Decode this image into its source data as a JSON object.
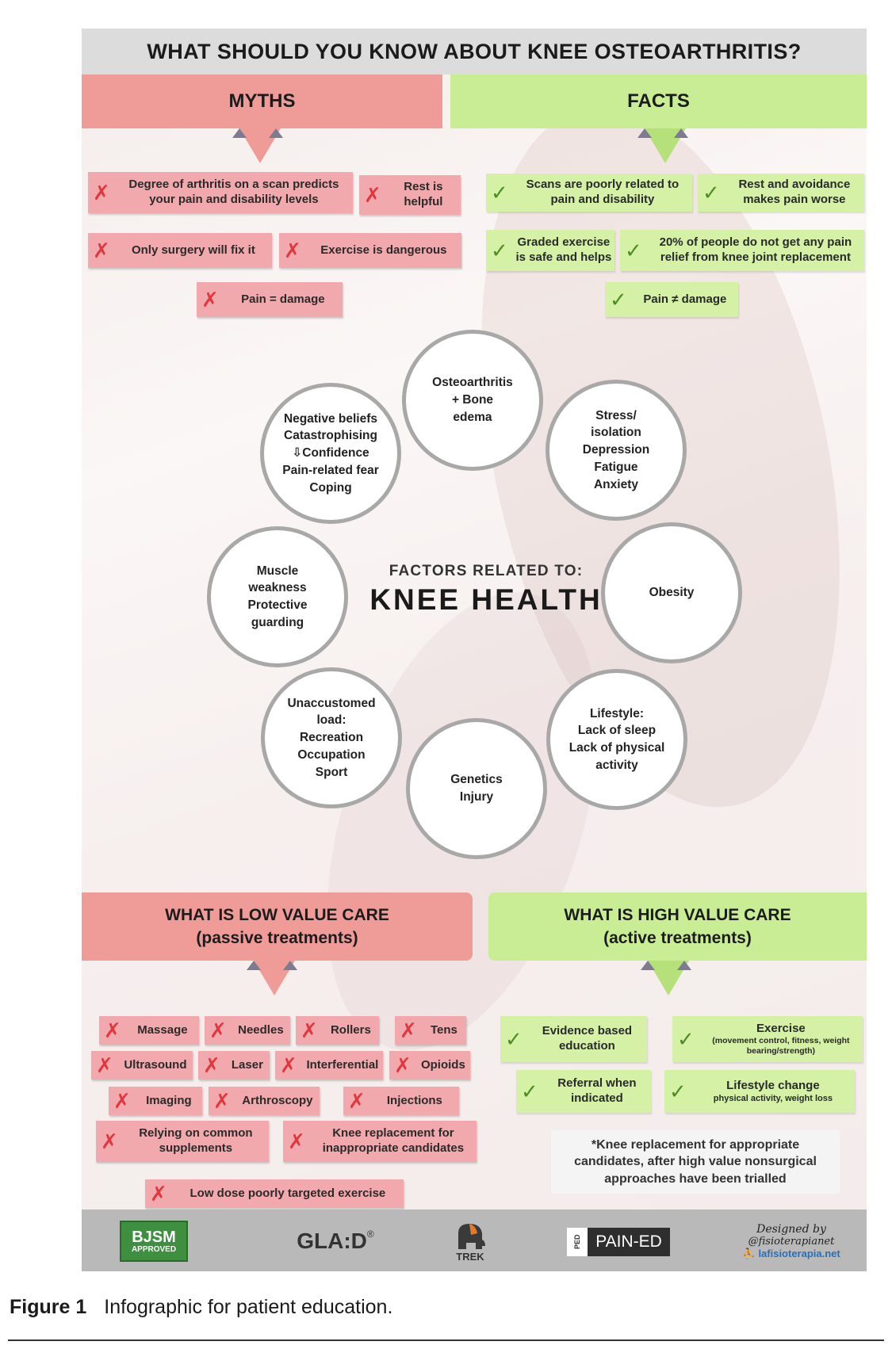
{
  "title": "WHAT SHOULD YOU KNOW ABOUT KNEE OSTEOARTHRITIS?",
  "myths": {
    "heading": "MYTHS",
    "items": [
      "Degree of arthritis on a scan predicts your pain and disability levels",
      "Rest is helpful",
      "Only surgery will fix it",
      "Exercise is dangerous",
      "Pain = damage"
    ]
  },
  "facts": {
    "heading": "FACTS",
    "items": [
      "Scans are poorly related to pain and disability",
      "Rest and avoidance makes pain worse",
      "Graded exercise is safe and helps",
      "20% of people do not get any pain relief from knee joint replacement",
      "Pain ≠ damage"
    ]
  },
  "factors": {
    "subtitle": "FACTORS RELATED TO:",
    "title": "KNEE HEALTH",
    "circles": [
      "Osteoarthritis\n+ Bone\nedema",
      "Stress/\nisolation\nDepression\nFatigue\nAnxiety",
      "Obesity",
      "Lifestyle:\nLack of sleep\nLack of physical\nactivity",
      "Genetics\nInjury",
      "Unaccustomed\nload:\nRecreation\nOccupation\nSport",
      "Muscle\nweakness\nProtective\nguarding",
      "Negative beliefs\nCatastrophising\n⇩Confidence\nPain-related fear\nCoping"
    ]
  },
  "low_value": {
    "heading_1": "WHAT IS LOW VALUE CARE",
    "heading_2": "(passive treatments)",
    "items": [
      "Massage",
      "Needles",
      "Rollers",
      "Tens",
      "Ultrasound",
      "Laser",
      "Interferential",
      "Opioids",
      "Imaging",
      "Arthroscopy",
      "Injections",
      "Relying on common supplements",
      "Knee replacement for inappropriate candidates",
      "Low dose poorly targeted exercise"
    ]
  },
  "high_value": {
    "heading_1": "WHAT IS HIGH VALUE CARE",
    "heading_2": "(active treatments)",
    "items": [
      {
        "main": "Evidence based education",
        "sub": ""
      },
      {
        "main": "Exercise",
        "sub": "(movement control, fitness, weight bearing/strength)"
      },
      {
        "main": "Referral when indicated",
        "sub": ""
      },
      {
        "main": "Lifestyle change",
        "sub": "physical activity, weight loss"
      }
    ],
    "note": "*Knee replacement for appropriate candidates, after high value nonsurgical approaches have been trialled"
  },
  "footer": {
    "bjsm_main": "BJSM",
    "bjsm_sub": "APPROVED",
    "glad": "GLA:D",
    "glad_mark": "®",
    "trek": "TREK",
    "pained_badge": "PED",
    "pained": "PAIN-ED",
    "designed_1": "Designed by",
    "designed_2": "@fisioterapianet",
    "designed_3": "lafisioterapia.net"
  },
  "caption": {
    "label": "Figure 1",
    "text": "Infographic for patient education."
  },
  "colors": {
    "myth_red": "#ef9c98",
    "fact_green": "#c9ed95",
    "cross": "#e0383c",
    "check": "#4e8d22"
  }
}
